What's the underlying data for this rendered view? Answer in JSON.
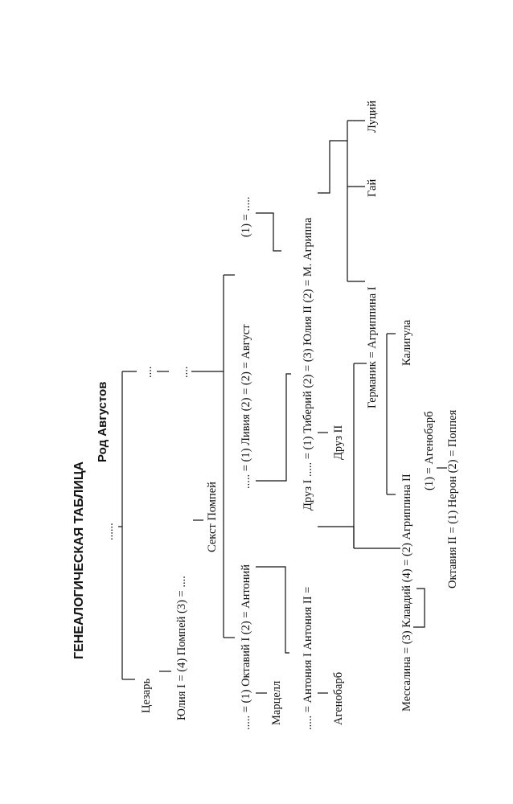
{
  "title": "ГЕНЕАЛОГИЧЕСКАЯ ТАБЛИЦА",
  "subtitle": "Род Августов",
  "people": {
    "root_ellipsis": "......",
    "caesar": "Цезарь",
    "julia_row": "Юлия I = (4) Помпей (3) = ....",
    "sextus_pompey": "Секст Помпей",
    "dots_top_1": "....",
    "dots_top_2": "....",
    "octavia_row": "..... = (1) Октавий I (2) = Антоний",
    "livia_row": "..... = (1) Ливия (2) = (2) = Август",
    "augustus_first": "(1) = .....",
    "marcellus": "Марцелл",
    "antonias_row": "..... = Антония I  Антония II =",
    "drusus_row": "Друз I  ..... = (1) Тиберий (2) = (3) Юлия II (2) = М. Агриппа",
    "drusus_ii": "Друз II",
    "ahenobarbus_1": "Агенобарб",
    "germanicus_row": "Германик = Агриппина I",
    "gaius": "Гай",
    "lucius": "Луций",
    "claudius_row": "Мессалина = (3)   Клавдий (4) = (2) Агриппина II",
    "caligula": "Калигула",
    "ahenobarbus_2": "(1) = Агенобарб",
    "nero_row": "Октавия II = (1) Нерон (2) = Поппея"
  }
}
